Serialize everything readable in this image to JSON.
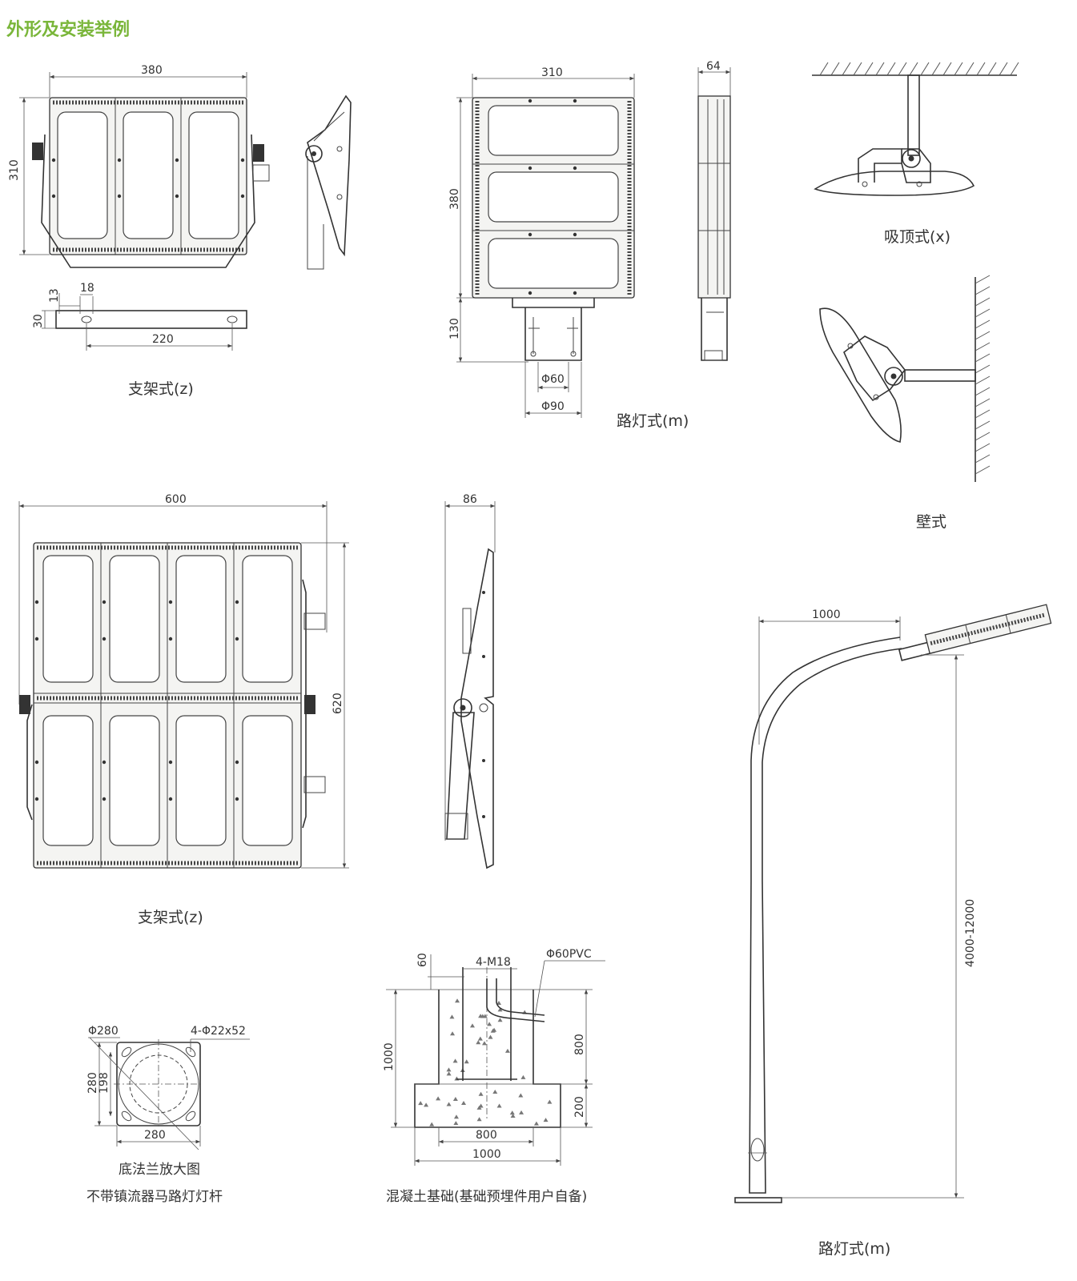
{
  "header": {
    "title": "外形及安装举例",
    "title_color": "#7ab63a"
  },
  "views": {
    "bracket_small": {
      "caption": "支架式(z)",
      "width": "380",
      "height": "310",
      "bracket_dims": {
        "hole": "18",
        "offset": "13",
        "thickness": "30",
        "span": "220"
      }
    },
    "street_small": {
      "caption": "路灯式(m)",
      "width": "310",
      "height": "380",
      "side_depth": "64",
      "mount_len": "130",
      "pipe_inner": "Φ60",
      "pipe_outer": "Φ90"
    },
    "ceiling": {
      "caption": "吸顶式(x)"
    },
    "wall": {
      "caption": "壁式"
    },
    "bracket_large": {
      "caption": "支架式(z)",
      "width": "600",
      "height": "620",
      "side_depth": "86"
    },
    "flange": {
      "caption_1": "底法兰放大图",
      "caption_2": "不带镇流器马路灯灯杆",
      "diameter": "Φ280",
      "holes": "4-Φ22x52",
      "size_v": "280",
      "inner_v": "198",
      "size_h": "280"
    },
    "foundation": {
      "caption": "混凝土基础(基础预埋件用户自备)",
      "top": "60",
      "bolts": "4-M18",
      "pipe": "Φ60PVC",
      "depth": "1000",
      "upper": "800",
      "lower": "200",
      "inner_w": "800",
      "outer_w": "1000"
    },
    "pole": {
      "caption": "路灯式(m)",
      "arm": "1000",
      "height": "4000-12000"
    }
  }
}
